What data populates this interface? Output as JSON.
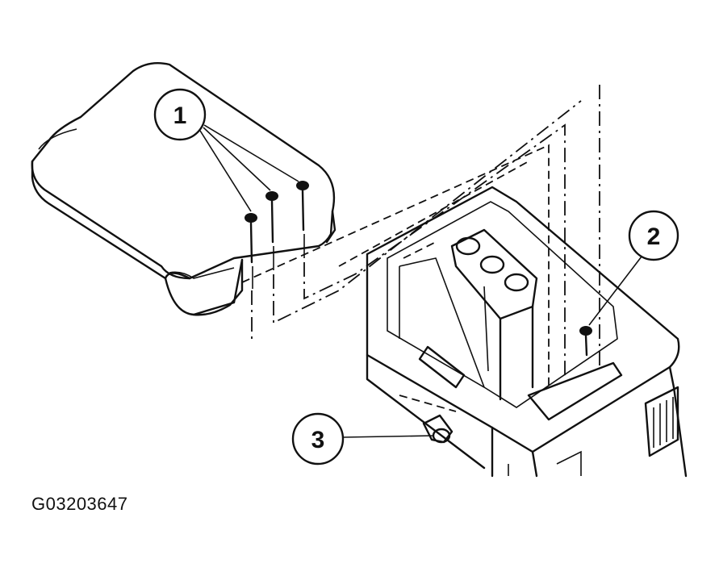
{
  "figure_id": "G03203647",
  "callouts": [
    {
      "label": "1"
    },
    {
      "label": "2"
    },
    {
      "label": "3"
    }
  ],
  "colors": {
    "ink": "#111111",
    "background": "#ffffff"
  }
}
